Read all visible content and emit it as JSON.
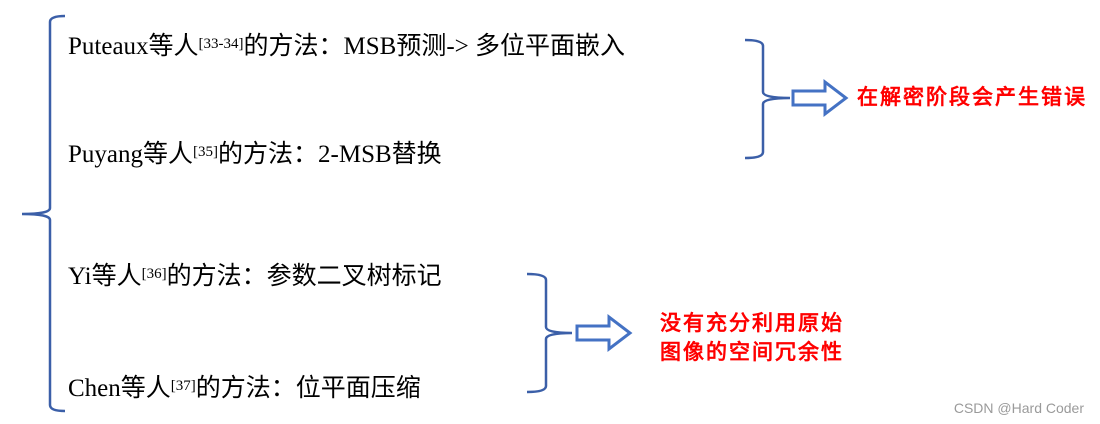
{
  "items": [
    {
      "author": "Puteaux等人",
      "ref": "[33-34]",
      "rest": "的方法：MSB预测-> 多位平面嵌入"
    },
    {
      "author": "Puyang等人",
      "ref": "[35]",
      "rest": "的方法：2-MSB替换"
    },
    {
      "author": "Yi等人",
      "ref": "[36]",
      "rest": "的方法：参数二叉树标记"
    },
    {
      "author": "Chen等人",
      "ref": "[37]",
      "rest": "的方法：位平面压缩"
    }
  ],
  "conclusions": {
    "group1": "在解密阶段会产生错误",
    "group2_line1": "没有充分利用原始",
    "group2_line2": "图像的空间冗余性"
  },
  "colors": {
    "bracket": "#3b5fa8",
    "arrow": "#4472c4",
    "note": "#ff0000"
  },
  "watermark": "CSDN @Hard Coder"
}
